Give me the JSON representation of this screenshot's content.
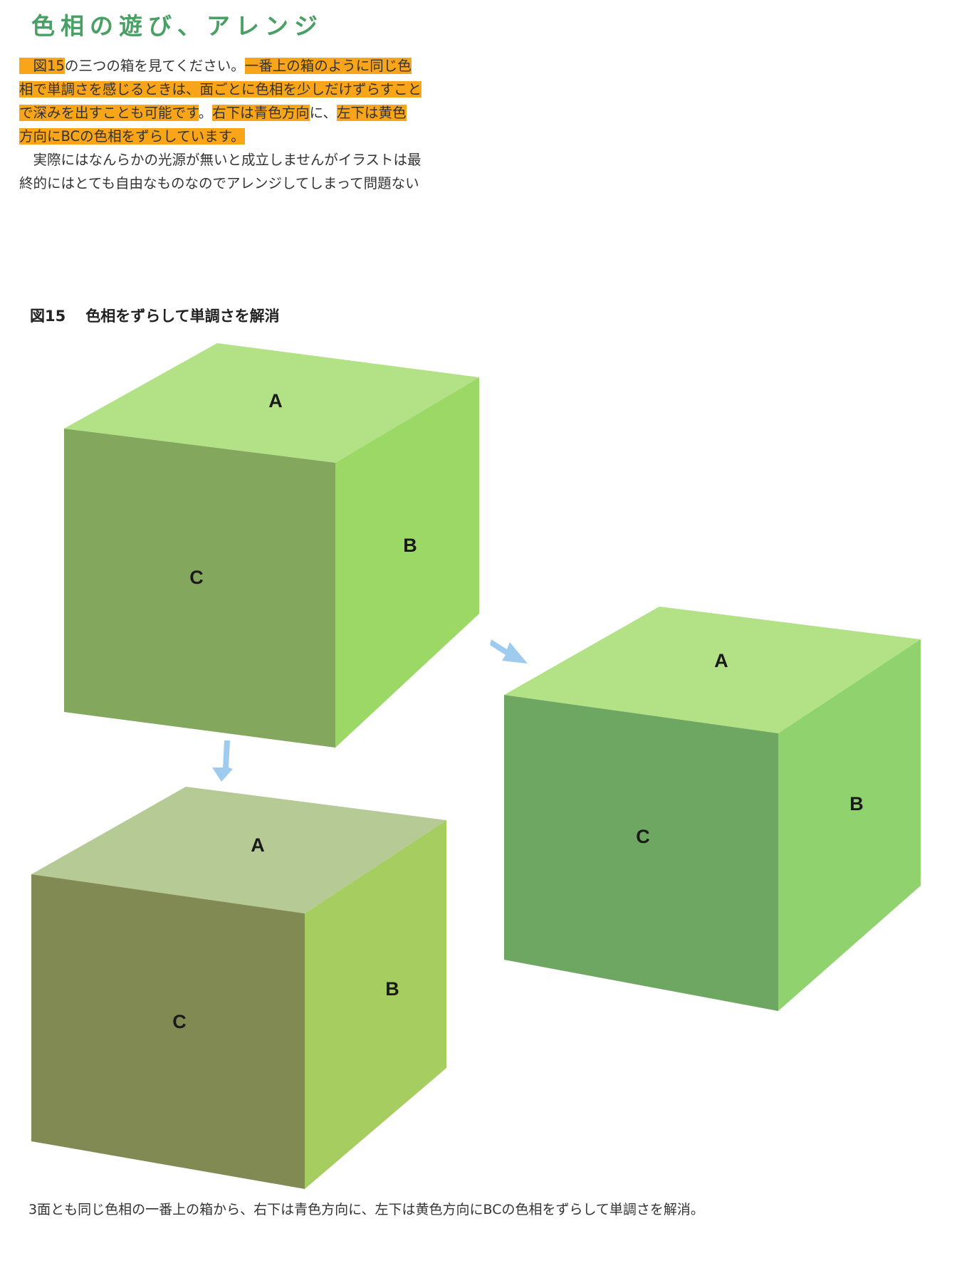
{
  "section_title": "色相の遊び、アレンジ",
  "paragraph": {
    "l1a": "図15",
    "l1b": "の三つの箱を見てください。",
    "l1c": "一番上の箱のように同じ色",
    "l2": "相で単調さを感じるときは、面ごとに色相を少しだけずらすこと",
    "l3a": "で深みを出すことも可能です",
    "l3b": "。",
    "l3c": "右下は青色方向",
    "l3d": "に、",
    "l3e": "左下は黄色",
    "l4": "方向にBCの色相をずらしています。",
    "l5": "　実際にはなんらかの光源が無いと成立しませんがイラストは最",
    "l6": "終的にはとても自由なものなのでアレンジしてしまって問題ない"
  },
  "figure": {
    "number": "図15",
    "caption": "色相をずらして単調さを解消"
  },
  "cubes": {
    "top": {
      "A": "A",
      "B": "B",
      "C": "C",
      "colors": {
        "A": "#b2e186",
        "B": "#9bd866",
        "C": "#83a85d"
      }
    },
    "bottom_left": {
      "A": "A",
      "B": "B",
      "C": "C",
      "colors": {
        "A": "#b6ca96",
        "B": "#a6cd5f",
        "C": "#818a53"
      }
    },
    "bottom_right": {
      "A": "A",
      "B": "B",
      "C": "C",
      "colors": {
        "A": "#b2e186",
        "B": "#90d26e",
        "C": "#6ea762"
      }
    }
  },
  "arrow_color": "#9ecbee",
  "bottom_caption": "3面とも同じ色相の一番上の箱から、右下は青色方向に、左下は黄色方向にBCの色相をずらして単調さを解消。"
}
